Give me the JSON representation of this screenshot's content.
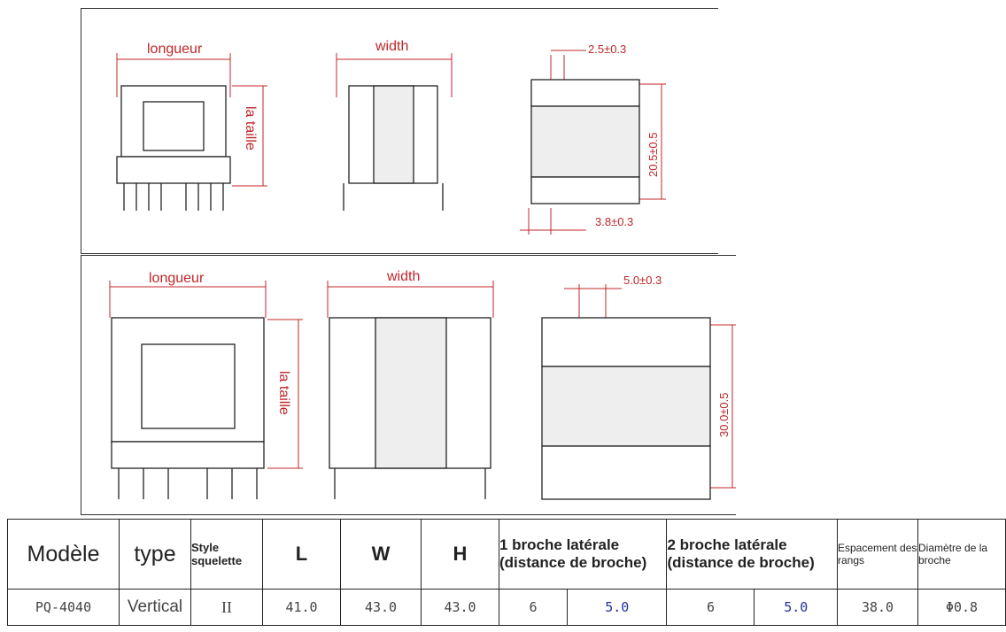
{
  "drawings": {
    "top": {
      "length_label": "longueur",
      "width_label": "width",
      "height_label": "la taille",
      "pin_pitch": "2.5±0.3",
      "body_height": "20.5±0.5",
      "row_offset": "3.8±0.3"
    },
    "bottom": {
      "length_label": "longueur",
      "width_label": "width",
      "height_label": "la taille",
      "pin_pitch": "5.0±0.3",
      "body_height": "30.0±0.5"
    }
  },
  "table": {
    "headers": {
      "model": "Modèle",
      "type": "type",
      "style": "Style squelette",
      "l": "L",
      "w": "W",
      "h": "H",
      "side1": "1 broche latérale (distance de broche)",
      "side2": "2 broche latérale (distance de broche)",
      "row_spacing": "Espacement des rangs",
      "pin_diameter": "Diamètre de la broche"
    },
    "row": {
      "model": "PQ-4040",
      "type": "Vertical",
      "style": "II",
      "l": "41.0",
      "w": "43.0",
      "h": "43.0",
      "side1_count": "6",
      "side1_pitch": "5.0",
      "side2_count": "6",
      "side2_pitch": "5.0",
      "row_spacing": "38.0",
      "pin_diameter": "Φ0.8"
    }
  }
}
